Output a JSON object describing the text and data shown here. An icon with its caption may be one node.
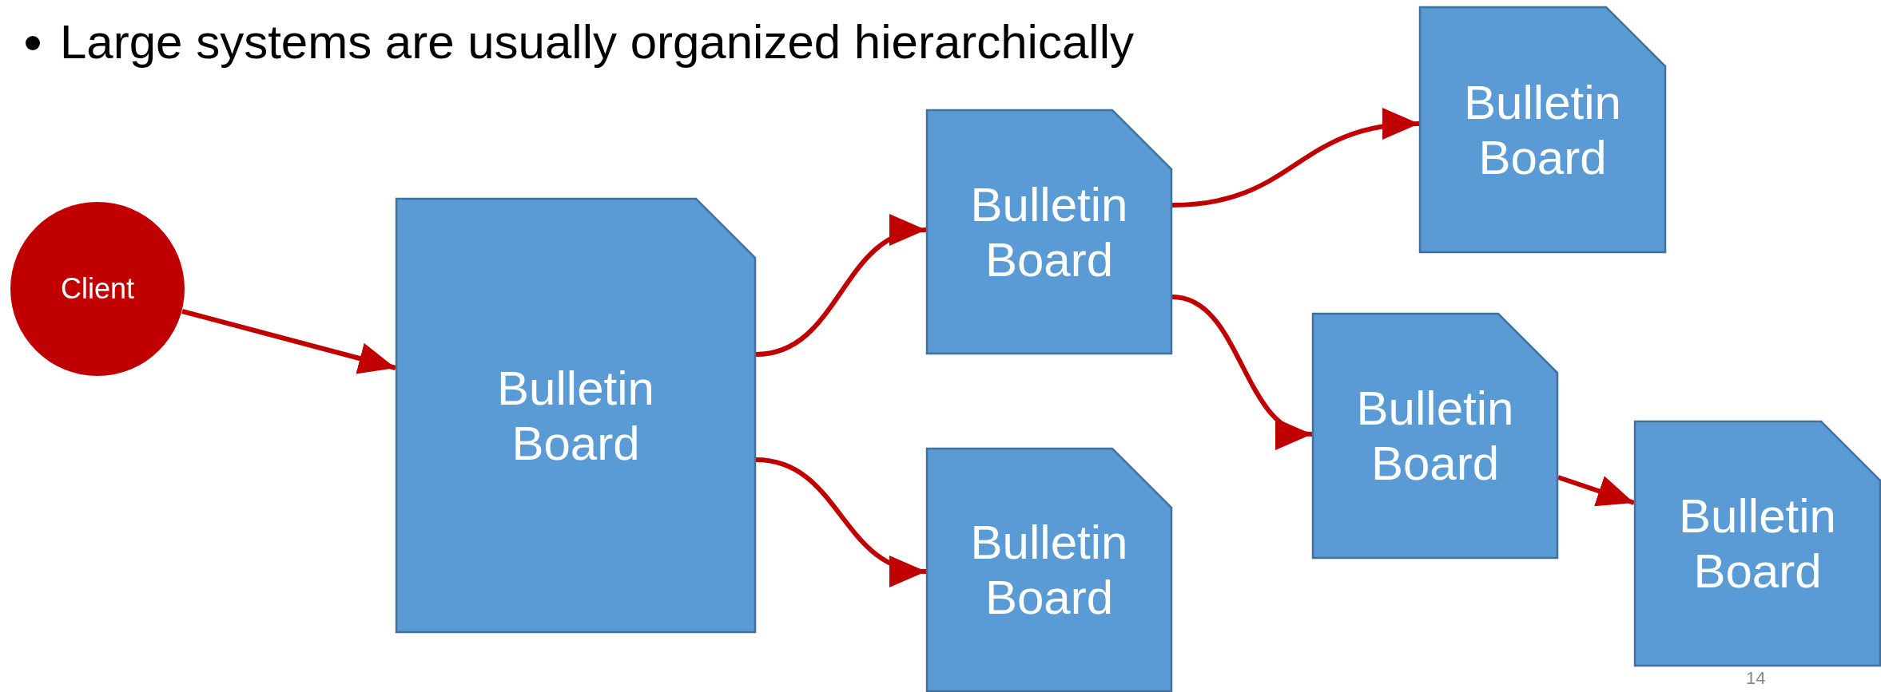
{
  "diagram": {
    "title": "Large systems are usually organized hierarchically",
    "nodes": [
      {
        "text": [
          "Client"
        ]
      },
      {
        "text": [
          "Bulletin Board"
        ]
      },
      {
        "text": [
          "Bulletin Board"
        ]
      },
      {
        "text": [
          "Bulletin Board"
        ]
      },
      {
        "text": [
          "Bulletin Board"
        ]
      },
      {
        "text": [
          "Bulletin Board"
        ]
      },
      {
        "text": [
          "Bulletin Board"
        ]
      }
    ],
    "edges": [
      {
        "from": 0,
        "to": 1,
        "arrow": "to"
      },
      {
        "from": 1,
        "to": 2,
        "arrow": "to"
      },
      {
        "from": 1,
        "to": 5,
        "arrow": "to"
      },
      {
        "from": 2,
        "to": 3,
        "arrow": "to"
      },
      {
        "from": 2,
        "to": 4,
        "arrow": "to"
      },
      {
        "from": 4,
        "to": 6,
        "arrow": "to"
      }
    ],
    "labels": [
      "14"
    ]
  }
}
